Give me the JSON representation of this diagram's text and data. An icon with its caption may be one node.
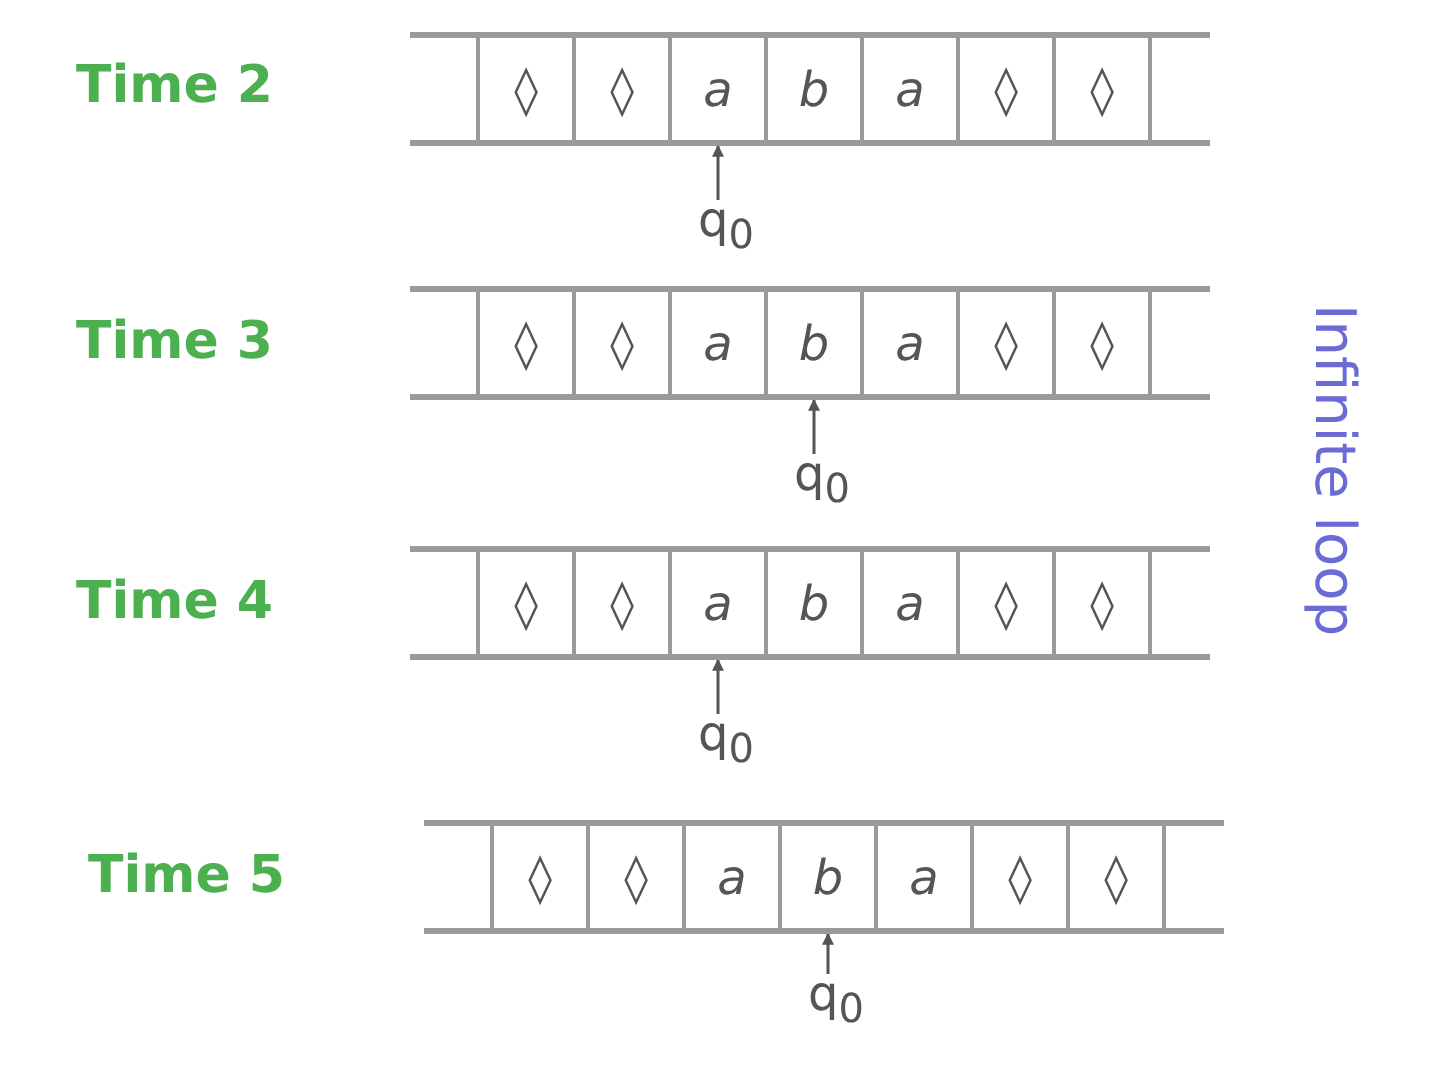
{
  "diagram": {
    "nodes": [
      {
        "text": [],
        "shape": "bar"
      },
      {
        "text": [
          "◊"
        ],
        "in": 0
      },
      {
        "text": [
          "◊"
        ],
        "in": 0
      },
      {
        "text": [
          "a"
        ],
        "in": 0
      },
      {
        "text": [
          "b"
        ],
        "in": 0
      },
      {
        "text": [
          "a"
        ],
        "in": 0
      },
      {
        "text": [
          "◊"
        ],
        "in": 0
      },
      {
        "text": [
          "◊"
        ],
        "in": 0
      },
      {
        "text": [
          "q$_{0}$"
        ]
      },
      {
        "text": [],
        "shape": "bar"
      },
      {
        "text": [
          "◊"
        ],
        "in": 9
      },
      {
        "text": [
          "◊"
        ],
        "in": 9
      },
      {
        "text": [
          "a"
        ],
        "in": 9
      },
      {
        "text": [
          "b"
        ],
        "in": 9
      },
      {
        "text": [
          "a"
        ],
        "in": 9
      },
      {
        "text": [
          "◊"
        ],
        "in": 9
      },
      {
        "text": [
          "◊"
        ],
        "in": 9
      },
      {
        "text": [
          "q$_{0}$"
        ]
      },
      {
        "text": [],
        "shape": "bar"
      },
      {
        "text": [
          "◊"
        ],
        "in": 18
      },
      {
        "text": [
          "◊"
        ],
        "in": 18
      },
      {
        "text": [
          "a"
        ],
        "in": 18
      },
      {
        "text": [
          "b"
        ],
        "in": 18
      },
      {
        "text": [
          "a"
        ],
        "in": 18
      },
      {
        "text": [
          "◊"
        ],
        "in": 18
      },
      {
        "text": [
          "◊"
        ],
        "in": 18
      },
      {
        "text": [
          "q$_{0}$"
        ]
      },
      {
        "text": [],
        "shape": "bar"
      },
      {
        "text": [
          "◊"
        ],
        "in": 27
      },
      {
        "text": [
          "◊"
        ],
        "in": 27
      },
      {
        "text": [
          "a"
        ],
        "in": 27
      },
      {
        "text": [
          "b"
        ],
        "in": 27
      },
      {
        "text": [
          "a"
        ],
        "in": 27
      },
      {
        "text": [
          "◊"
        ],
        "in": 27
      },
      {
        "text": [
          "◊"
        ],
        "in": 27
      },
      {
        "text": [
          "q$_{0}$"
        ]
      }
    ],
    "edges": [
      {
        "from": 8,
        "to": 3,
        "arrow": "to"
      },
      {
        "from": 17,
        "to": 13,
        "arrow": "to"
      },
      {
        "from": 26,
        "to": 21,
        "arrow": "to"
      },
      {
        "from": 35,
        "to": 31,
        "arrow": "to"
      }
    ],
    "labels": [
      "Time 2",
      "Time 3",
      "Time 4",
      "Time 5",
      "Infinite loop"
    ]
  }
}
